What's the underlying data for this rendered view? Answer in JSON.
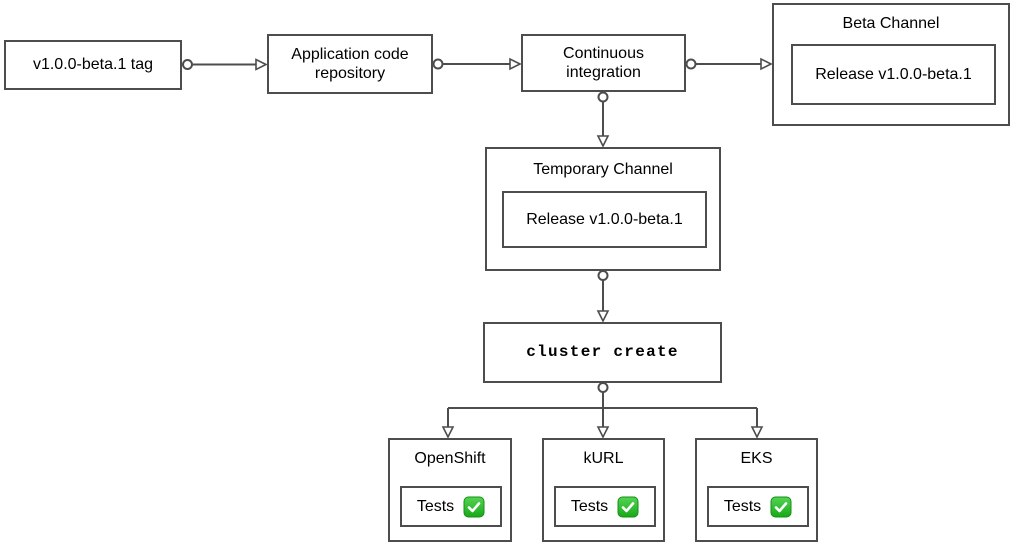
{
  "diagram": {
    "nodes": {
      "tag": {
        "label": "v1.0.0-beta.1 tag"
      },
      "repo": {
        "label": "Application code repository"
      },
      "ci": {
        "label": "Continuous integration"
      },
      "beta_channel": {
        "title": "Beta Channel",
        "release_label": "Release v1.0.0-beta.1"
      },
      "temporary_channel": {
        "title": "Temporary Channel",
        "release_label": "Release v1.0.0-beta.1"
      },
      "cluster_create": {
        "label": "cluster create"
      }
    },
    "clusters": [
      {
        "title": "OpenShift",
        "tests_label": "Tests",
        "status_icon": "green-check-icon"
      },
      {
        "title": "kURL",
        "tests_label": "Tests",
        "status_icon": "green-check-icon"
      },
      {
        "title": "EKS",
        "tests_label": "Tests",
        "status_icon": "green-check-icon"
      }
    ],
    "colors": {
      "border": "#4d4d4d",
      "connector": "#4d4d4d",
      "text": "#000000",
      "check_green_top": "#55d455",
      "check_green_bottom": "#17a917",
      "check_mark": "#ffffff",
      "background": "#ffffff"
    }
  }
}
